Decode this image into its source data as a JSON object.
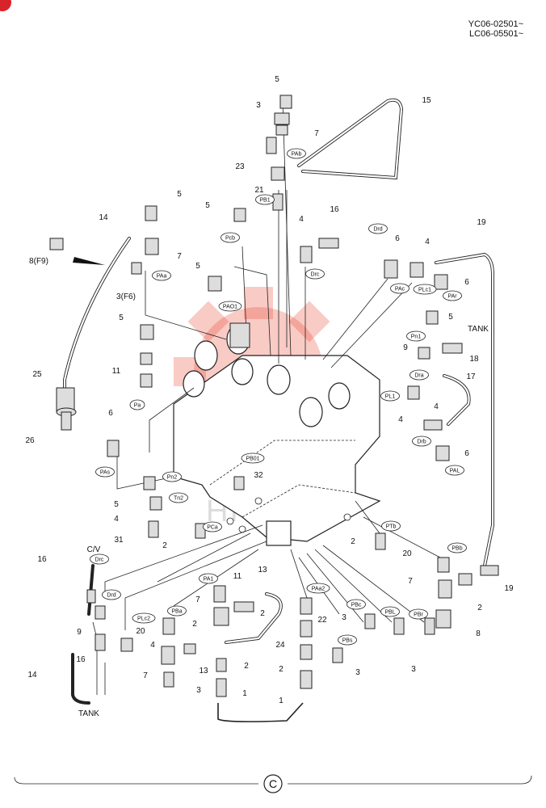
{
  "serial": {
    "line1": "YC06-02501~",
    "line2": "LC06-05501~"
  },
  "section_mark": "C",
  "watermark": "HITEX",
  "colors": {
    "watermark": "#e8432e",
    "corner_mark": "#d8232a",
    "line": "#222222"
  },
  "callouts": [
    {
      "id": "c5a",
      "text": "5"
    },
    {
      "id": "c15",
      "text": "15"
    },
    {
      "id": "c3a",
      "text": "3"
    },
    {
      "id": "c7a",
      "text": "7"
    },
    {
      "id": "c23",
      "text": "23"
    },
    {
      "id": "c21",
      "text": "21"
    },
    {
      "id": "c5b",
      "text": "5"
    },
    {
      "id": "c5c",
      "text": "5"
    },
    {
      "id": "c14a",
      "text": "14"
    },
    {
      "id": "c4a",
      "text": "4"
    },
    {
      "id": "c16a",
      "text": "16"
    },
    {
      "id": "c6a",
      "text": "6"
    },
    {
      "id": "c4b",
      "text": "4"
    },
    {
      "id": "c19a",
      "text": "19"
    },
    {
      "id": "c7b",
      "text": "7"
    },
    {
      "id": "c8f9",
      "text": "8(F9)"
    },
    {
      "id": "c3f6",
      "text": "3(F6)"
    },
    {
      "id": "c5d",
      "text": "5"
    },
    {
      "id": "c6b",
      "text": "6"
    },
    {
      "id": "c5e",
      "text": "5"
    },
    {
      "id": "c5f",
      "text": "5"
    },
    {
      "id": "ctank1",
      "text": "TANK"
    },
    {
      "id": "c9a",
      "text": "9"
    },
    {
      "id": "c18",
      "text": "18"
    },
    {
      "id": "c11a",
      "text": "11"
    },
    {
      "id": "c17",
      "text": "17"
    },
    {
      "id": "c25",
      "text": "25"
    },
    {
      "id": "c4c",
      "text": "4"
    },
    {
      "id": "c4d",
      "text": "4"
    },
    {
      "id": "c26",
      "text": "26"
    },
    {
      "id": "c6c",
      "text": "6"
    },
    {
      "id": "c6d",
      "text": "6"
    },
    {
      "id": "c32",
      "text": "32"
    },
    {
      "id": "c5g",
      "text": "5"
    },
    {
      "id": "c4e",
      "text": "4"
    },
    {
      "id": "c31",
      "text": "31"
    },
    {
      "id": "c2a",
      "text": "2"
    },
    {
      "id": "c2b",
      "text": "2"
    },
    {
      "id": "ccv",
      "text": "C/V"
    },
    {
      "id": "c20a",
      "text": "20"
    },
    {
      "id": "c16b",
      "text": "16"
    },
    {
      "id": "c19b",
      "text": "19"
    },
    {
      "id": "c7c",
      "text": "7"
    },
    {
      "id": "c2c",
      "text": "2"
    },
    {
      "id": "c11b",
      "text": "11"
    },
    {
      "id": "c13a",
      "text": "13"
    },
    {
      "id": "c7d",
      "text": "7"
    },
    {
      "id": "c2d",
      "text": "2"
    },
    {
      "id": "c22",
      "text": "22"
    },
    {
      "id": "c3b",
      "text": "3"
    },
    {
      "id": "c8",
      "text": "8"
    },
    {
      "id": "c9b",
      "text": "9"
    },
    {
      "id": "c20b",
      "text": "20"
    },
    {
      "id": "c2e",
      "text": "2"
    },
    {
      "id": "c24",
      "text": "24"
    },
    {
      "id": "c16c",
      "text": "16"
    },
    {
      "id": "c4f",
      "text": "4"
    },
    {
      "id": "c7e",
      "text": "7"
    },
    {
      "id": "c13b",
      "text": "13"
    },
    {
      "id": "c2f",
      "text": "2"
    },
    {
      "id": "c2g",
      "text": "2"
    },
    {
      "id": "c3c",
      "text": "3"
    },
    {
      "id": "c14b",
      "text": "14"
    },
    {
      "id": "c3d",
      "text": "3"
    },
    {
      "id": "c3e",
      "text": "3"
    },
    {
      "id": "c1a",
      "text": "1"
    },
    {
      "id": "c1b",
      "text": "1"
    },
    {
      "id": "ctank2",
      "text": "TANK"
    }
  ],
  "port_tags": [
    {
      "id": "pab",
      "text": "PAb"
    },
    {
      "id": "pb1",
      "text": "PB1"
    },
    {
      "id": "pcb",
      "text": "Pcb"
    },
    {
      "id": "drd1",
      "text": "Drd"
    },
    {
      "id": "drc",
      "text": "Drc"
    },
    {
      "id": "pac",
      "text": "PAc"
    },
    {
      "id": "plc1",
      "text": "PLc1"
    },
    {
      "id": "par",
      "text": "PAr"
    },
    {
      "id": "paa",
      "text": "PAa"
    },
    {
      "id": "pao1",
      "text": "PAO1"
    },
    {
      "id": "pn1",
      "text": "Pn1"
    },
    {
      "id": "dra",
      "text": "Dra"
    },
    {
      "id": "pl1",
      "text": "PL1"
    },
    {
      "id": "drb",
      "text": "Drb"
    },
    {
      "id": "pal",
      "text": "PAL"
    },
    {
      "id": "pas",
      "text": "PAs"
    },
    {
      "id": "pa",
      "text": "Pa"
    },
    {
      "id": "pn2",
      "text": "Pn2"
    },
    {
      "id": "pb01",
      "text": "PB01"
    },
    {
      "id": "tn2",
      "text": "Tn2"
    },
    {
      "id": "pca",
      "text": "PCa"
    },
    {
      "id": "ptb",
      "text": "PTb"
    },
    {
      "id": "pbb",
      "text": "PBb"
    },
    {
      "id": "drc2",
      "text": "Drc"
    },
    {
      "id": "drd2",
      "text": "Drd"
    },
    {
      "id": "pa1",
      "text": "PA1"
    },
    {
      "id": "pba",
      "text": "PBa"
    },
    {
      "id": "paa2",
      "text": "PAa2"
    },
    {
      "id": "pbc",
      "text": "PBc"
    },
    {
      "id": "pbl",
      "text": "PBL"
    },
    {
      "id": "pbr",
      "text": "PBr"
    },
    {
      "id": "plc2",
      "text": "PLc2"
    },
    {
      "id": "pbs",
      "text": "PBs"
    }
  ]
}
